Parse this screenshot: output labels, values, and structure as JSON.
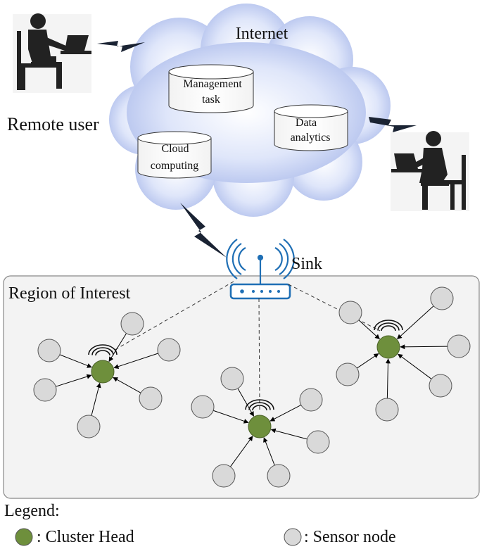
{
  "cloud": {
    "label": "Internet"
  },
  "services": [
    {
      "line1": "Management",
      "line2": "task"
    },
    {
      "line1": "Cloud",
      "line2": "computing"
    },
    {
      "line1": "Data",
      "line2": "analytics"
    }
  ],
  "remote_user": {
    "label": "Remote user"
  },
  "sink": {
    "label": "Sink"
  },
  "region": {
    "label": "Region of Interest"
  },
  "legend": {
    "title": "Legend:",
    "cluster_head": ": Cluster Head",
    "sensor_node": ": Sensor node"
  },
  "colors": {
    "cluster_head": "#6e8f3c",
    "sensor_node": "#d9d9d9",
    "cloud": "#bcc9ee",
    "router": "#1f6fb5",
    "lightning": "#1a2333"
  }
}
